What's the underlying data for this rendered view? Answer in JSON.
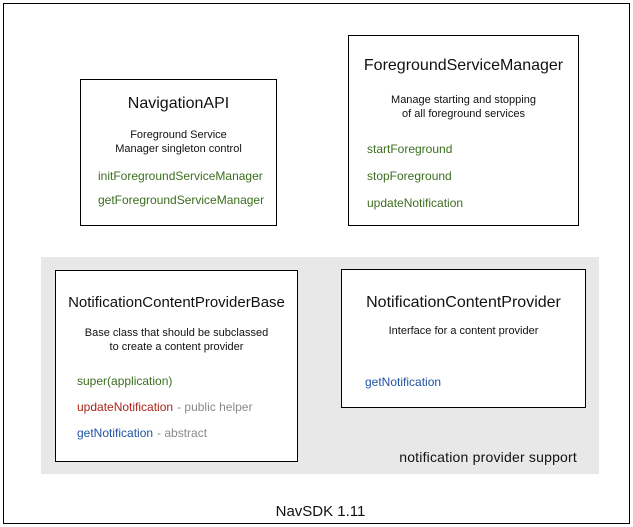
{
  "footer": {
    "label": "NavSDK 1.11"
  },
  "group": {
    "label": "notification provider support"
  },
  "colors": {
    "method_green": "#3c6e1f",
    "method_red": "#ad231a",
    "method_blue": "#2053a4",
    "annotation_gray": "#8a8a8a",
    "panel_gray": "#e8e8e8"
  },
  "boxes": [
    {
      "id": "navigation-api",
      "title": "NavigationAPI",
      "description": [
        "Foreground Service",
        "Manager singleton control"
      ],
      "methods": [
        {
          "label": "initForegroundServiceManager",
          "color": "green"
        },
        {
          "label": "getForegroundServiceManager",
          "color": "green"
        }
      ]
    },
    {
      "id": "foreground-service-manager",
      "title": "ForegroundServiceManager",
      "description": [
        "Manage starting and stopping",
        "of all foreground services"
      ],
      "methods": [
        {
          "label": "startForeground",
          "color": "green"
        },
        {
          "label": "stopForeground",
          "color": "green"
        },
        {
          "label": "updateNotification",
          "color": "green"
        }
      ]
    },
    {
      "id": "notification-content-provider-base",
      "title": "NotificationContentProviderBase",
      "description": [
        "Base class that should be subclassed",
        "to create a content provider"
      ],
      "methods": [
        {
          "label": "super(application)",
          "color": "green"
        },
        {
          "label": "updateNotification",
          "color": "red",
          "annotation": "- public helper"
        },
        {
          "label": "getNotification",
          "color": "blue",
          "annotation": "- abstract"
        }
      ]
    },
    {
      "id": "notification-content-provider",
      "title": "NotificationContentProvider",
      "description": [
        "Interface for a content provider"
      ],
      "methods": [
        {
          "label": "getNotification",
          "color": "blue"
        }
      ]
    }
  ]
}
